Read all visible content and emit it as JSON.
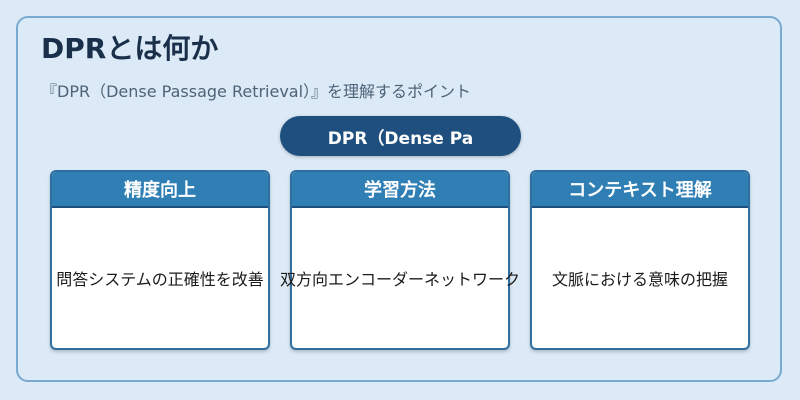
{
  "title": "DPRとは何か",
  "subtitle": "『DPR（Dense Passage Retrieval）』を理解するポイント",
  "center_label": "DPR（Dense Pa",
  "cards": [
    {
      "heading": "精度向上",
      "body": "問答システムの正確性を改善"
    },
    {
      "heading": "学習方法",
      "body": "双方向エンコーダーネットワーク"
    },
    {
      "heading": "コンテキスト理解",
      "body": "文脈における意味の把握"
    }
  ],
  "colors": {
    "background": "#dbeaf6",
    "pill": "#1f4f7e",
    "card_header": "#2f7fb5"
  }
}
